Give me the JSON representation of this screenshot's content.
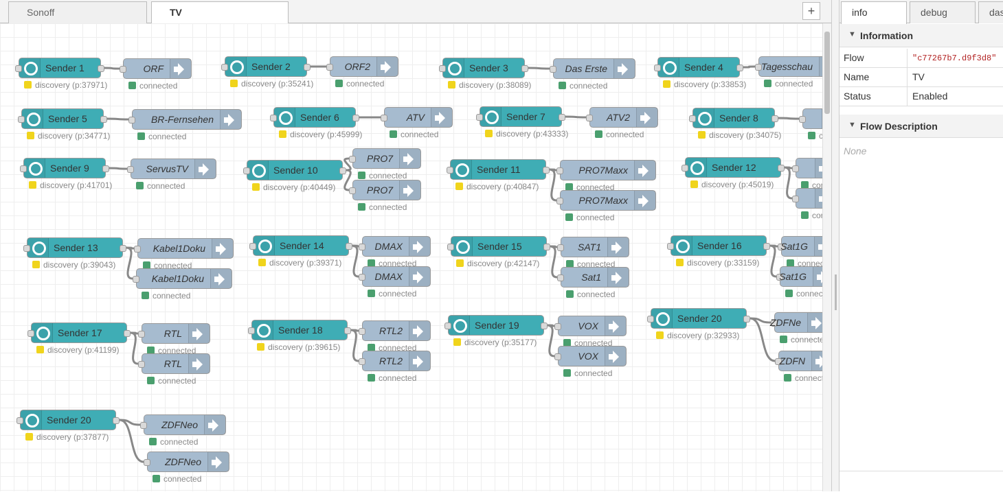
{
  "workspace": {
    "tabs": [
      {
        "label": "Sonoff",
        "active": false
      },
      {
        "label": "TV",
        "active": true
      }
    ],
    "add_label": "+"
  },
  "flow": {
    "inject_nodes": [
      {
        "label": "Sender 1",
        "status": "discovery (p:37971)"
      },
      {
        "label": "Sender 2",
        "status": "discovery (p:35241)"
      },
      {
        "label": "Sender 3",
        "status": "discovery (p:38089)"
      },
      {
        "label": "Sender 4",
        "status": "discovery (p:33853)"
      },
      {
        "label": "Sender 5",
        "status": "discovery (p:34771)"
      },
      {
        "label": "Sender 6",
        "status": "discovery (p:45999)"
      },
      {
        "label": "Sender 7",
        "status": "discovery (p:43333)"
      },
      {
        "label": "Sender 8",
        "status": "discovery (p:34075)"
      },
      {
        "label": "Sender 9",
        "status": "discovery (p:41701)"
      },
      {
        "label": "Sender 10",
        "status": "discovery (p:40449)"
      },
      {
        "label": "Sender 11",
        "status": "discovery (p:40847)"
      },
      {
        "label": "Sender 12",
        "status": "discovery (p:45019)"
      },
      {
        "label": "Sender 13",
        "status": "discovery (p:39043)"
      },
      {
        "label": "Sender 14",
        "status": "discovery (p:39371)"
      },
      {
        "label": "Sender 15",
        "status": "discovery (p:42147)"
      },
      {
        "label": "Sender 16",
        "status": "discovery (p:33159)"
      },
      {
        "label": "Sender 17",
        "status": "discovery (p:41199)"
      },
      {
        "label": "Sender 18",
        "status": "discovery (p:39615)"
      },
      {
        "label": "Sender 19",
        "status": "discovery (p:35177)"
      },
      {
        "label": "Sender 20",
        "status": "discovery (p:32933)"
      },
      {
        "label": "Sender 20",
        "status": "discovery (p:37877)"
      }
    ],
    "output_nodes": [
      {
        "label": "ORF",
        "status": "connected"
      },
      {
        "label": "ORF2",
        "status": "connected"
      },
      {
        "label": "Das Erste",
        "status": "connected"
      },
      {
        "label": "Tagesschau",
        "status": "connected"
      },
      {
        "label": "BR-Fernsehen",
        "status": "connected"
      },
      {
        "label": "ATV",
        "status": "connected"
      },
      {
        "label": "ATV2",
        "status": "connected"
      },
      {
        "label": "",
        "status": "c"
      },
      {
        "label": "ServusTV",
        "status": "connected"
      },
      {
        "label": "PRO7",
        "status": "connected"
      },
      {
        "label": "PRO7",
        "status": "connected"
      },
      {
        "label": "PRO7Maxx",
        "status": "connected"
      },
      {
        "label": "PRO7Maxx",
        "status": "connected"
      },
      {
        "label": "",
        "status": "con"
      },
      {
        "label": "",
        "status": "con"
      },
      {
        "label": "Kabel1Doku",
        "status": "connected"
      },
      {
        "label": "Kabel1Doku",
        "status": "connected"
      },
      {
        "label": "DMAX",
        "status": "connected"
      },
      {
        "label": "DMAX",
        "status": "connected"
      },
      {
        "label": "SAT1",
        "status": "connected"
      },
      {
        "label": "Sat1",
        "status": "connected"
      },
      {
        "label": "Sat1G",
        "status": "connec"
      },
      {
        "label": "Sat1G",
        "status": "connec"
      },
      {
        "label": "RTL",
        "status": "connected"
      },
      {
        "label": "RTL",
        "status": "connected"
      },
      {
        "label": "RTL2",
        "status": "connected"
      },
      {
        "label": "RTL2",
        "status": "connected"
      },
      {
        "label": "VOX",
        "status": "connected"
      },
      {
        "label": "VOX",
        "status": "connected"
      },
      {
        "label": "ZDFNe",
        "status": "connecte"
      },
      {
        "label": "ZDFN",
        "status": "connect"
      },
      {
        "label": "ZDFNeo",
        "status": "connected"
      },
      {
        "label": "ZDFNeo",
        "status": "connected"
      }
    ]
  },
  "sidebar": {
    "tabs": [
      {
        "label": "info",
        "active": true
      },
      {
        "label": "debug",
        "active": false
      },
      {
        "label": "das",
        "active": false
      }
    ],
    "information": {
      "title": "Information",
      "rows": [
        {
          "key": "Flow",
          "value": "\"c77267b7.d9f3d8\""
        },
        {
          "key": "Name",
          "value": "TV"
        },
        {
          "key": "Status",
          "value": "Enabled"
        }
      ]
    },
    "description": {
      "title": "Flow Description",
      "text": "None"
    }
  },
  "colors": {
    "inject": "#3fadb5",
    "output": "#a6bbcf",
    "discovery_dot": "#f0d41c",
    "connected_dot": "#4a9f6e"
  }
}
